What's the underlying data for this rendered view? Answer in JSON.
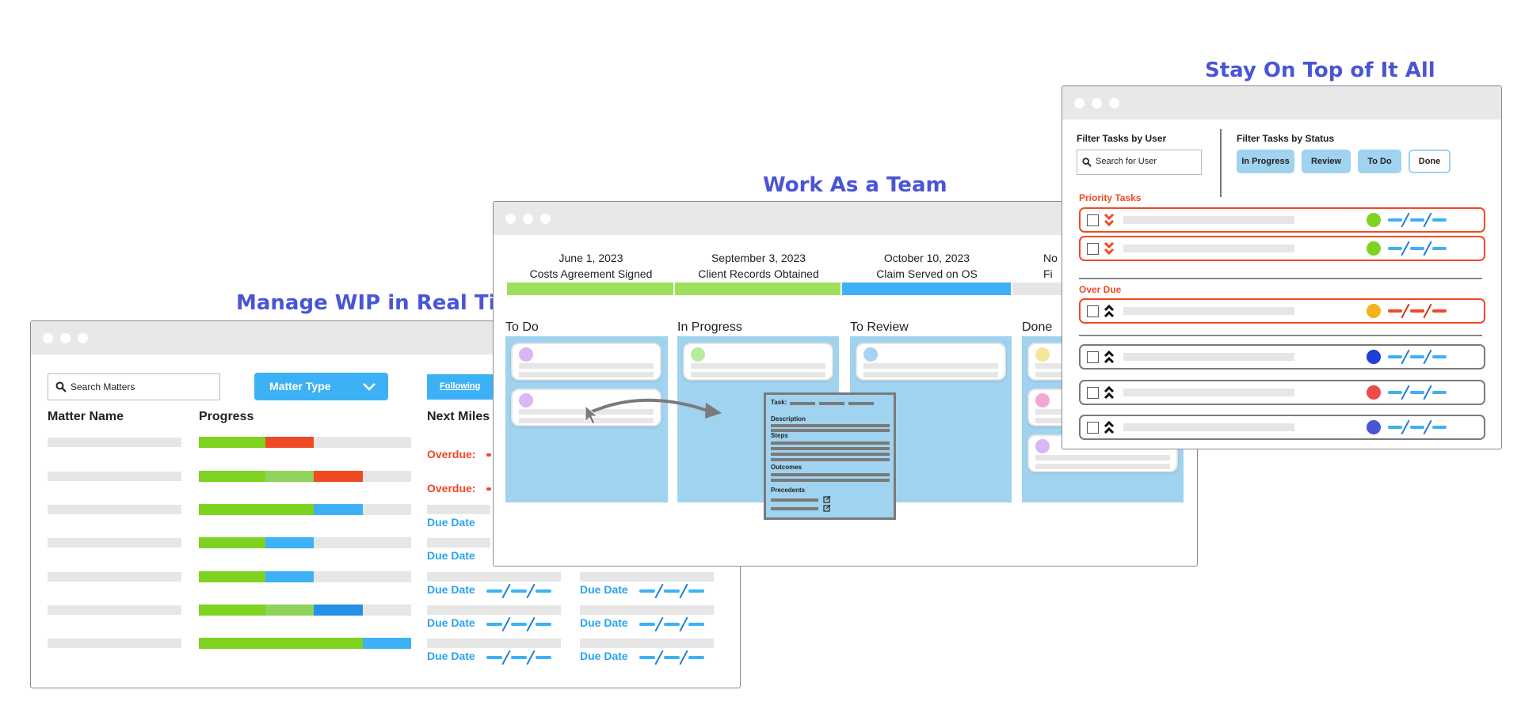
{
  "headers": {
    "wip": "Manage WIP in Real Time",
    "team": "Work As a Team",
    "top": "Stay On Top of It All"
  },
  "wip_window": {
    "search_placeholder": "Search Matters",
    "matter_type_label": "Matter Type",
    "following_label": "Following",
    "col_matter_name": "Matter Name",
    "col_progress": "Progress",
    "col_next_milestone": "Next Miles",
    "status_labels": [
      "Overdue:",
      "Overdue:",
      "Due Date",
      "Due Date",
      "Due Date",
      "Due Date",
      "Due Date"
    ],
    "second_col_labels": [
      "Due Date",
      "Due Date",
      "Due Date"
    ]
  },
  "team_window": {
    "milestones": [
      {
        "date": "June 1, 2023",
        "title": "Costs Agreement Signed"
      },
      {
        "date": "September 3, 2023",
        "title": "Client Records Obtained"
      },
      {
        "date": "October 10, 2023",
        "title": "Claim Served on OS"
      },
      {
        "date": "No",
        "title": "Fi"
      }
    ],
    "columns": [
      "To Do",
      "In Progress",
      "To Review",
      "Done"
    ],
    "task_popup": {
      "task": "Task:",
      "description": "Description",
      "steps": "Steps",
      "outcomes": "Outcomes",
      "precedents": "Precedents"
    }
  },
  "top_window": {
    "filter_user_label": "Filter Tasks by User",
    "search_user_placeholder": "Search for User",
    "filter_status_label": "Filter Tasks by Status",
    "status_chips": [
      "In Progress",
      "Review",
      "To Do",
      "Done"
    ],
    "priority_label": "Priority Tasks",
    "overdue_label": "Over Due"
  },
  "colors": {
    "heading": "#4a55d6",
    "green": "#7ed321",
    "light_green": "#8fd35a",
    "red": "#f04a24",
    "blue": "#3db1f5",
    "column_bg": "#9fd3ef"
  }
}
